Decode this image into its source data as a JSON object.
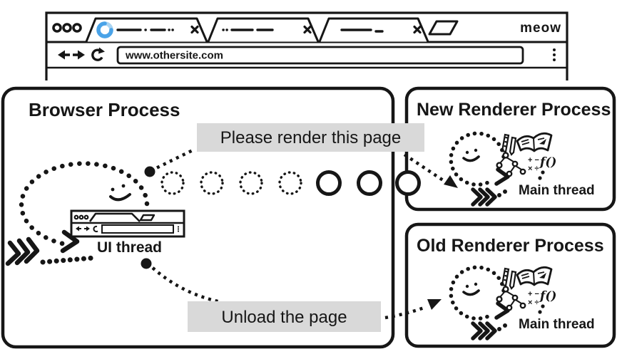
{
  "window": {
    "url_value": "www.othersite.com",
    "brand_label": "meow"
  },
  "boxes": {
    "browser_process": {
      "title": "Browser Process",
      "thread_label": "UI thread"
    },
    "new_renderer": {
      "title": "New Renderer Process",
      "thread_label": "Main thread"
    },
    "old_renderer": {
      "title": "Old Renderer Process",
      "thread_label": "Main thread"
    }
  },
  "messages": {
    "render": "Please render this page",
    "unload": "Unload the page"
  },
  "icons": {
    "math_row1": "+ −",
    "math_row2": "× ÷",
    "function_symbol": "f()"
  },
  "colors": {
    "ink": "#161616",
    "accent_blue": "#4aa3e8",
    "accent_blue_light": "#a9d4f2",
    "label_bg": "#d9d9d9"
  }
}
